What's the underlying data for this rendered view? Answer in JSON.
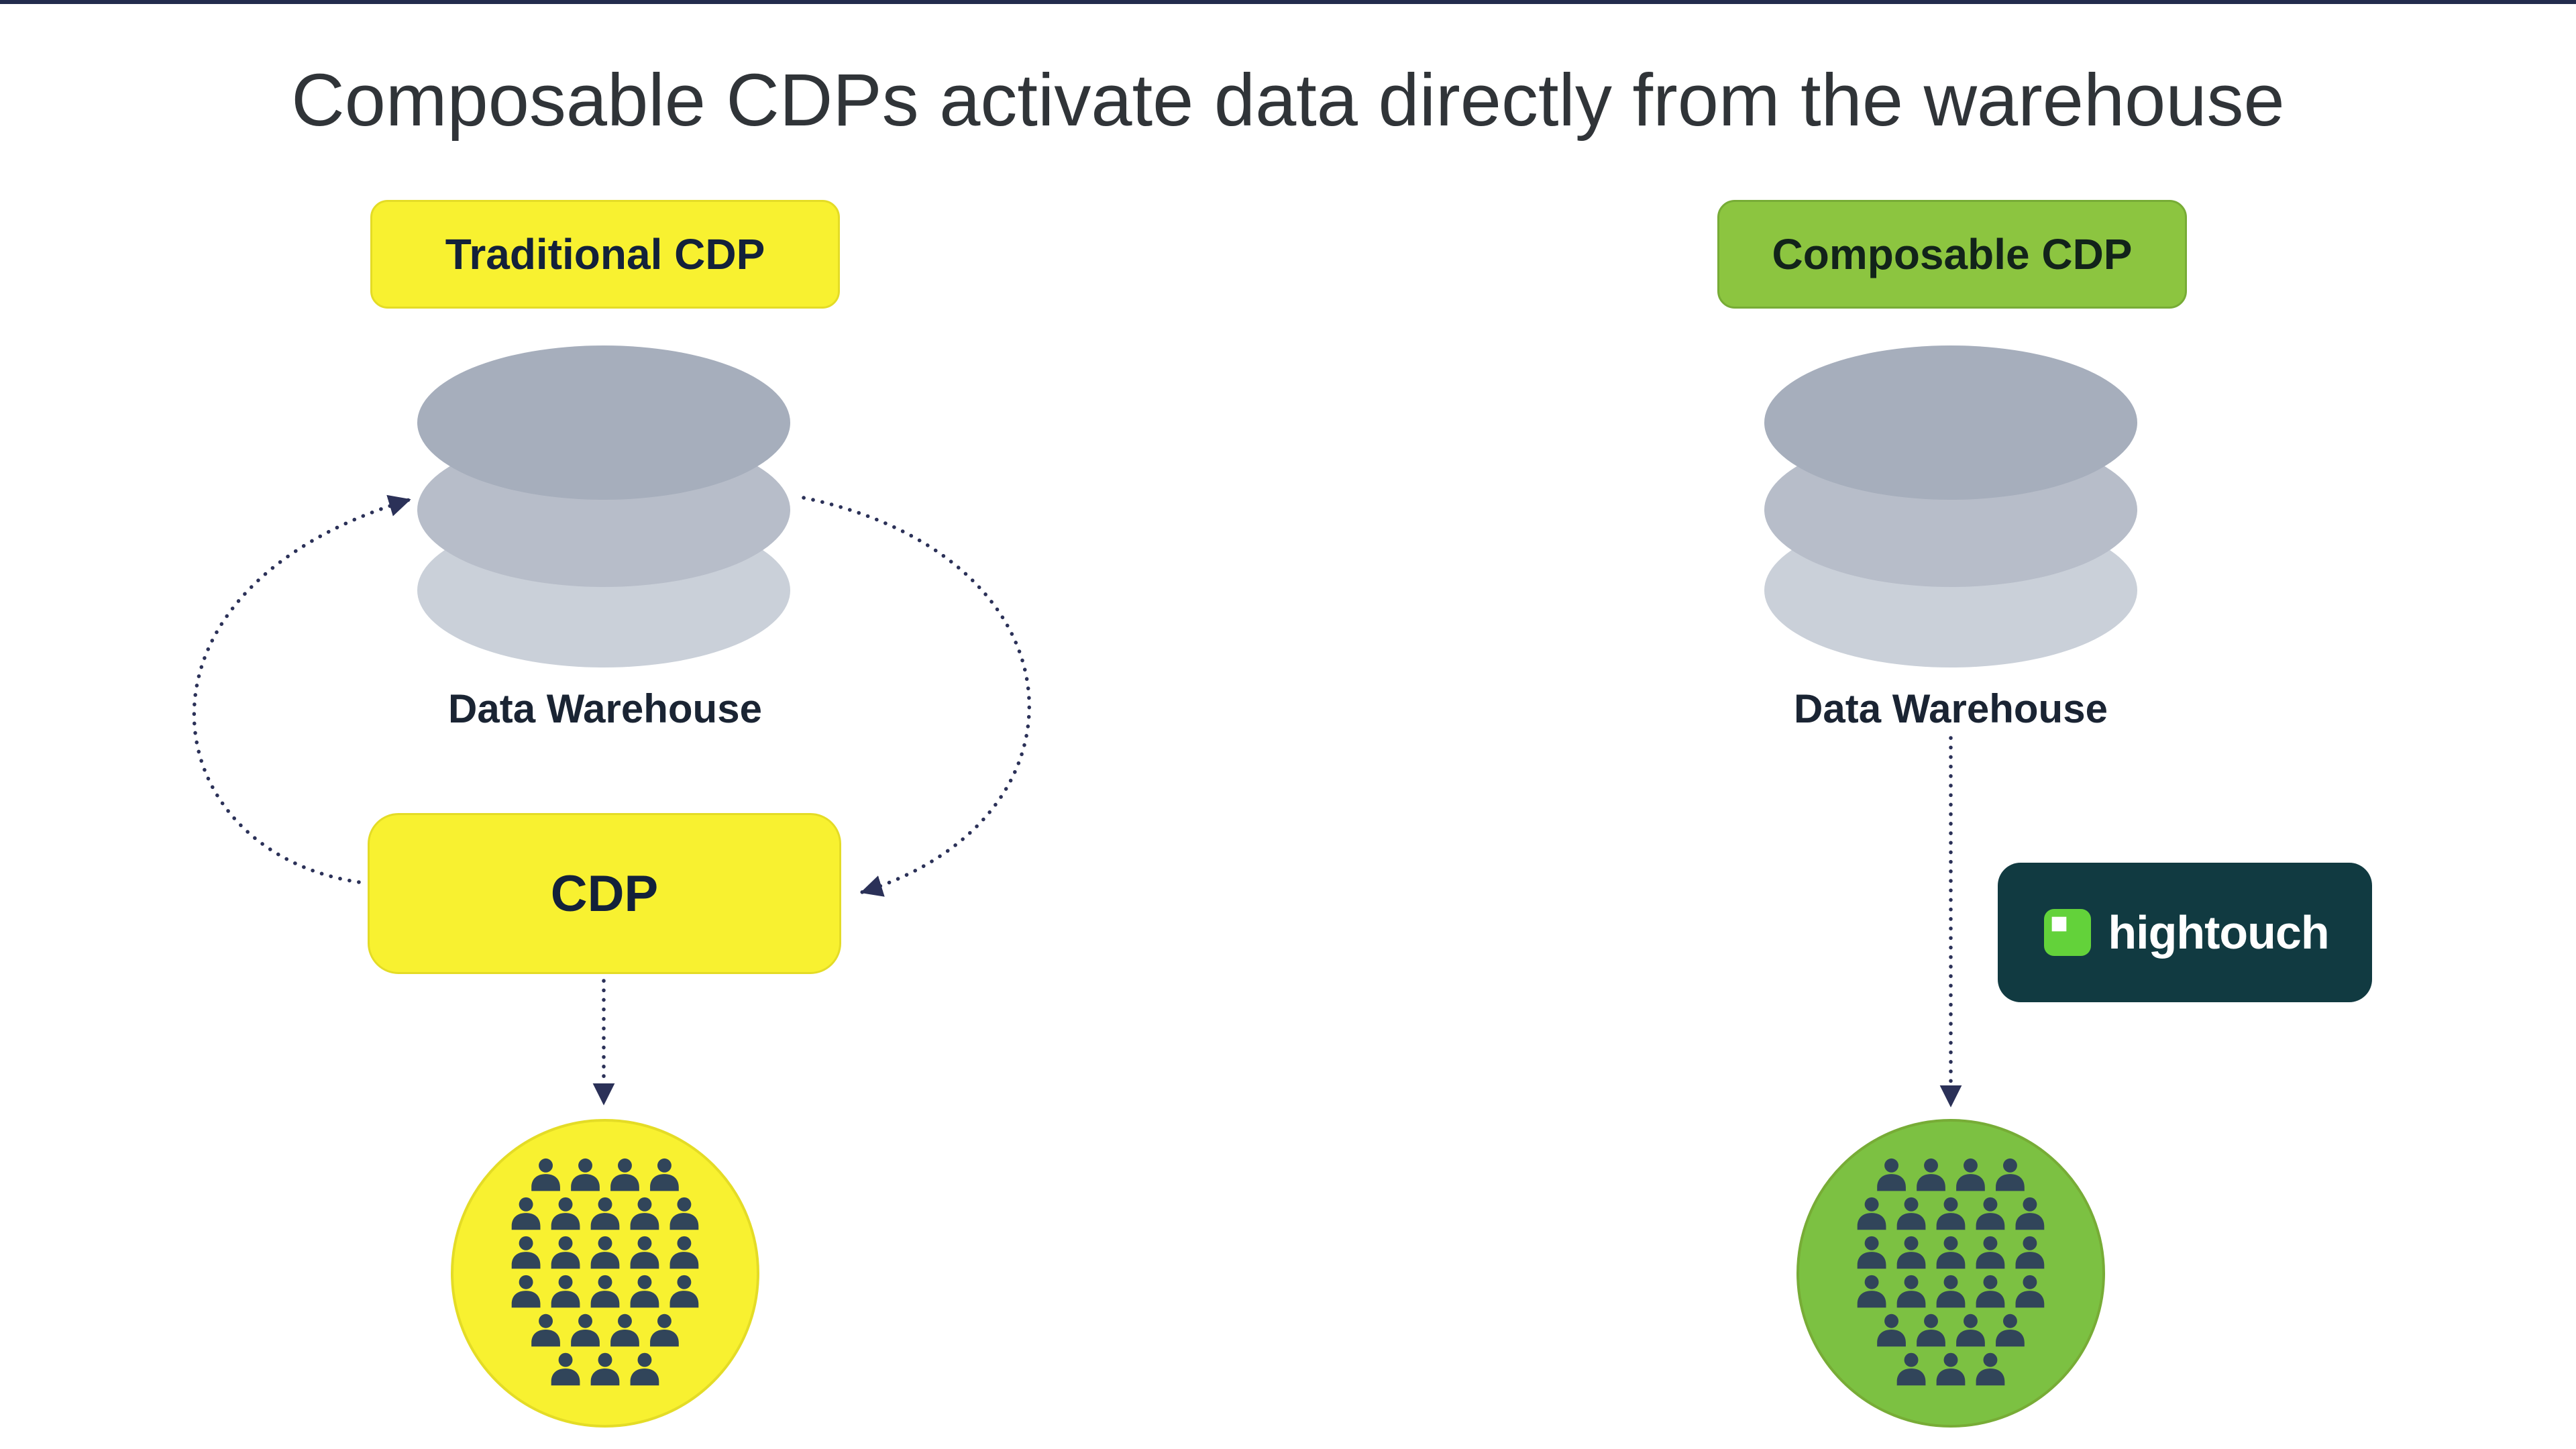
{
  "title": "Composable CDPs activate data directly from the warehouse",
  "left": {
    "badge_label": "Traditional CDP",
    "warehouse_label": "Data Warehouse",
    "cdp_label": "CDP"
  },
  "right": {
    "badge_label": "Composable CDP",
    "warehouse_label": "Data Warehouse",
    "hightouch_label": "hightouch"
  },
  "colors": {
    "yellow": "#F8F130",
    "yellow_border": "#E4DC26",
    "green_badge": "#8CC540",
    "green_border": "#77AC36",
    "green_circle": "#7CC142",
    "arrow_navy": "#2B3158",
    "people_navy": "#31455A",
    "teal": "#113A41",
    "ht_green": "#63D23A",
    "db_top": "#A6AEBC",
    "db_mid": "#B7BDC9",
    "db_bottom": "#CAD0D9"
  }
}
